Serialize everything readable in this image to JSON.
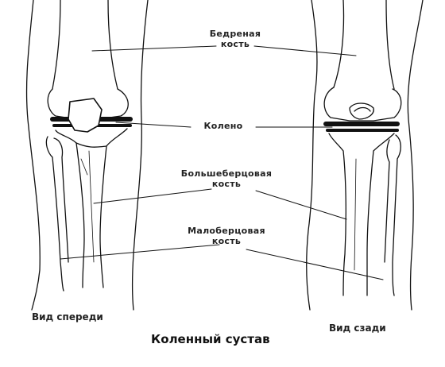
{
  "labels": {
    "femur_line1": "Бедреная",
    "femur_line2": "кость",
    "knee": "Колено",
    "tibia_line1": "Большеберцовая",
    "tibia_line2": "кость",
    "fibula_line1": "Малоберцовая",
    "fibula_line2": "кость"
  },
  "captions": {
    "front": "Вид спереди",
    "back": "Вид сзади"
  },
  "title": "Коленный сустав",
  "colors": {
    "ink": "#111111",
    "paper": "#ffffff"
  }
}
